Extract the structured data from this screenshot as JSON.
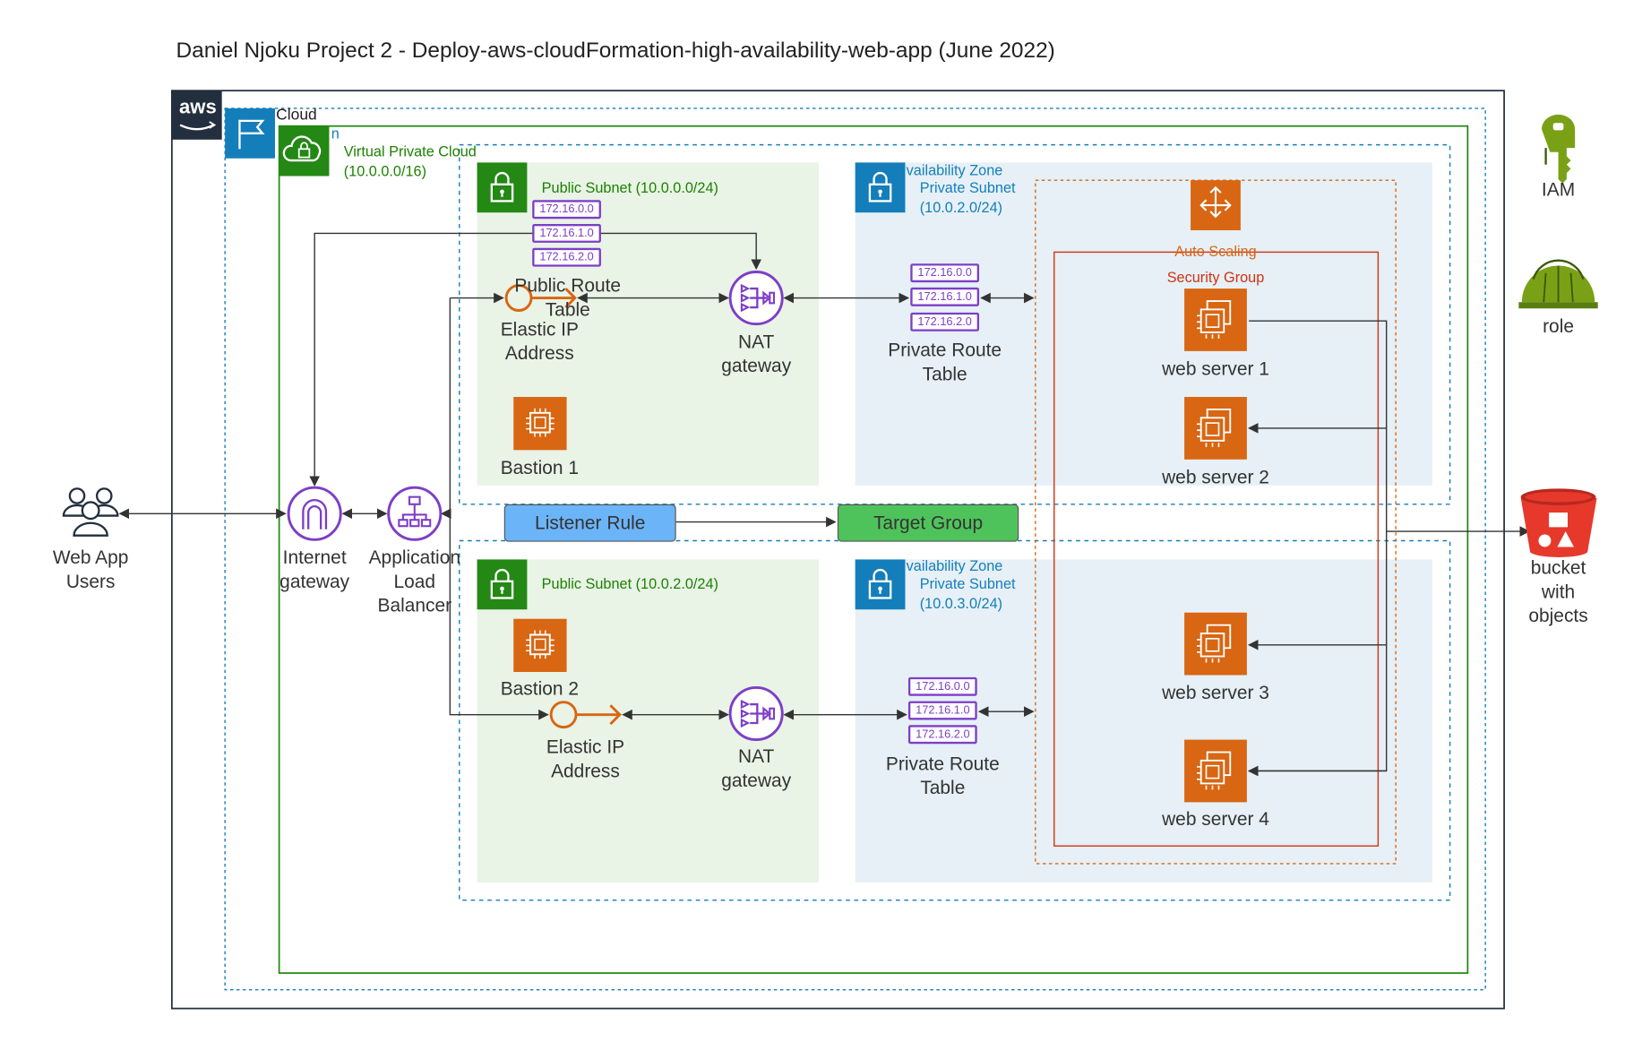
{
  "title": "Daniel Njoku Project 2 - Deploy-aws-cloudFormation-high-availability-web-app (June 2022)",
  "labels": {
    "aws_logo": "aws",
    "cloud": "Cloud",
    "region_fragment": "n",
    "vpc": "Virtual Private Cloud\n(10.0.0.0/16)",
    "public_subnet_1": "Public Subnet (10.0.0.0/24)",
    "public_subnet_2": "Public Subnet (10.0.2.0/24)",
    "az_1": "vailability Zone",
    "az_2": "vailability Zone",
    "private_subnet_1": "Private Subnet\n(10.0.2.0/24)",
    "private_subnet_2": "Private Subnet\n(10.0.3.0/24)",
    "auto_scaling": "Auto Scaling",
    "security_group": "Security Group",
    "web_app_users": "Web App\nUsers",
    "internet_gateway": "Internet\ngateway",
    "alb": "Application\nLoad\nBalancer",
    "public_route_table": "Public Route\nTable",
    "elastic_ip_1": "Elastic IP\nAddress",
    "elastic_ip_2": "Elastic IP\nAddress",
    "nat_1": "NAT\ngateway",
    "nat_2": "NAT\ngateway",
    "bastion_1": "Bastion 1",
    "bastion_2": "Bastion 2",
    "private_route_table_1": "Private Route\nTable",
    "private_route_table_2": "Private Route\nTable",
    "web_server_1": "web server 1",
    "web_server_2": "web server 2",
    "web_server_3": "web server 3",
    "web_server_4": "web server 4",
    "listener_rule": "Listener Rule",
    "target_group": "Target Group",
    "iam": "IAM",
    "role": "role",
    "bucket": "bucket\nwith\nobjects"
  },
  "route_entries": [
    "172.16.0.0",
    "172.16.1.0",
    "172.16.2.0"
  ],
  "colors": {
    "public_subnet_fill": "#e9f3e6",
    "private_subnet_fill": "#e6f0f6",
    "vpc_green": "#248814",
    "az_blue": "#147eba",
    "ec2_orange": "#d86613",
    "security_group_red": "#d13212",
    "route_table_purple": "#7d3ec7",
    "listener_fill": "#6cb4f8",
    "target_fill": "#4fc35b",
    "s3_red": "#e7382c"
  },
  "icons": [
    "aws-logo-icon",
    "region-flag-icon",
    "vpc-cloud-lock-icon",
    "subnet-lock-icon",
    "users-icon",
    "internet-gateway-icon",
    "load-balancer-icon",
    "elastic-ip-icon",
    "nat-gateway-icon",
    "ec2-instance-icon",
    "auto-scaling-icon",
    "iam-key-icon",
    "role-helmet-icon",
    "s3-bucket-icon"
  ]
}
